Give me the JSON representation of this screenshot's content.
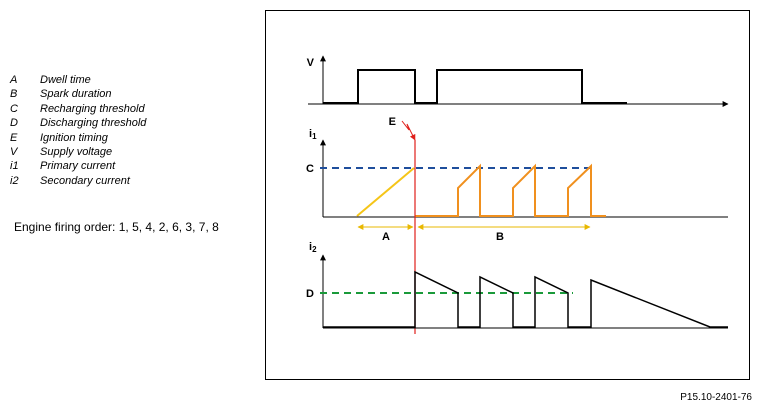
{
  "legend": [
    {
      "key": "A",
      "text": "Dwell time"
    },
    {
      "key": "B",
      "text": "Spark duration"
    },
    {
      "key": "C",
      "text": "Recharging threshold"
    },
    {
      "key": "D",
      "text": "Discharging threshold"
    },
    {
      "key": "E",
      "text": "Ignition timing"
    },
    {
      "key": "V",
      "text": "Supply voltage"
    },
    {
      "key": "i1",
      "text": "Primary current"
    },
    {
      "key": "i2",
      "text": "Secondary current"
    }
  ],
  "firing_order": "Engine firing order: 1, 5, 4, 2, 6, 3, 7, 8",
  "figure_code": "P15.10-2401-76",
  "labels": {
    "v_axis": "V",
    "i1_axis_main": "i",
    "i1_axis_sub": "1",
    "i2_axis_main": "i",
    "i2_axis_sub": "2",
    "c_label": "C",
    "d_label": "D",
    "e_label": "E",
    "a_label": "A",
    "b_label": "B"
  },
  "colors": {
    "axis": "#000000",
    "recharge_threshold": "#1f4e9c",
    "discharge_threshold": "#1a9a3a",
    "ignition": "#e0201b",
    "dwell_ramp": "#f5c518",
    "primary_current": "#f0901e",
    "marker": "#e8b800"
  }
}
